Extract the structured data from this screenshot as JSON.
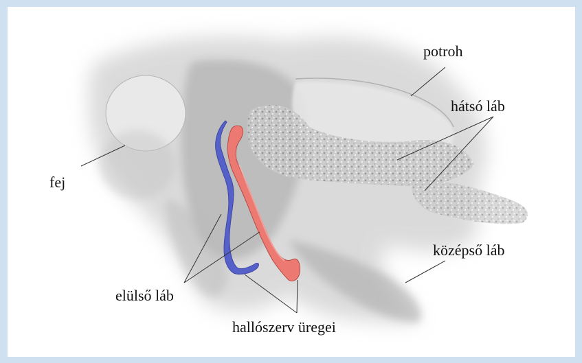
{
  "figure": {
    "labels": {
      "head": "fej",
      "abdomen": "potroh",
      "hind_leg": "hátsó láb",
      "middle_leg": "középső láb",
      "front_leg": "elülső láb",
      "hearing_cavities": "hallószerv üregei"
    },
    "colors": {
      "frame_border": "#cfe0f1",
      "blue_cavity": "#5560c8",
      "red_cavity": "#ec7a72",
      "specimen_gray": "#b9b9b9",
      "text": "#111111"
    }
  }
}
